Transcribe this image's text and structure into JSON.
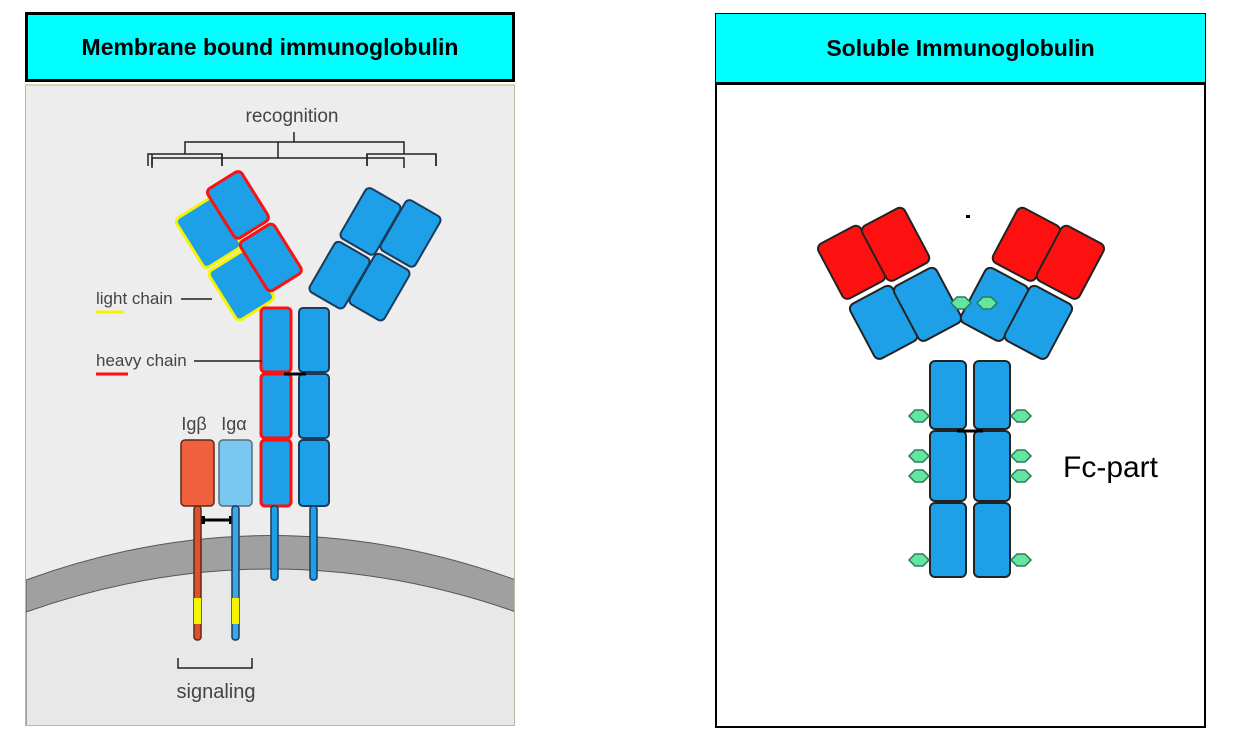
{
  "left_panel": {
    "title": "Membrane bound immunoglobulin",
    "labels": {
      "recognition": "recognition",
      "light_chain": "light chain",
      "heavy_chain": "heavy chain",
      "ig_beta": "Igβ",
      "ig_alpha": "Igα",
      "signaling": "signaling"
    }
  },
  "right_panel": {
    "title": "Soluble Immunoglobulin",
    "labels": {
      "fc_part": "Fc-part"
    }
  },
  "colors": {
    "header_bg": "#00ffff",
    "domain_blue": "#1ea0e8",
    "variable_red": "#ff1010",
    "light_chain_outline": "#f5f500",
    "heavy_chain_outline": "#ff1010",
    "ig_beta": "#f0603c",
    "ig_alpha": "#78c8f0",
    "glycan_green": "#64e6a0",
    "membrane_gray": "#a0a0a0",
    "cytoplasm_gray": "#e6e6e6"
  }
}
